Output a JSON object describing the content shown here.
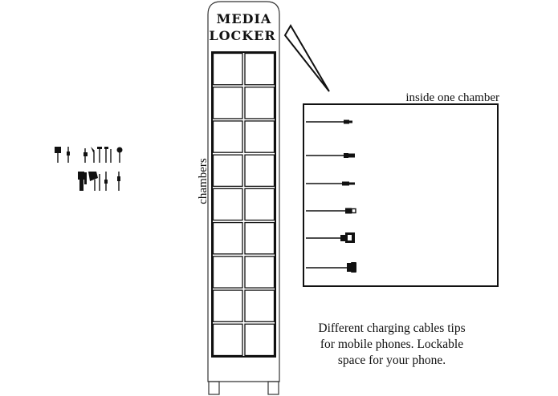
{
  "locker": {
    "title_line1": "MEDIA",
    "title_line2": "LOCKER",
    "side_label": "chambers",
    "columns": 2,
    "rows": 9
  },
  "detail": {
    "label": "inside one chamber",
    "cable_tips": [
      "lightning-tip",
      "usb-tip",
      "micro-usb-tip",
      "mini-usb-tip",
      "dock-connector-tip",
      "barrel-tip"
    ]
  },
  "caption": {
    "line1": "Different charging cables tips",
    "line2": "for mobile phones. Lockable",
    "line3": "space for your phone."
  },
  "icons": {
    "loose_cable_tips_row1": 7,
    "loose_cable_tips_row2": 6
  }
}
